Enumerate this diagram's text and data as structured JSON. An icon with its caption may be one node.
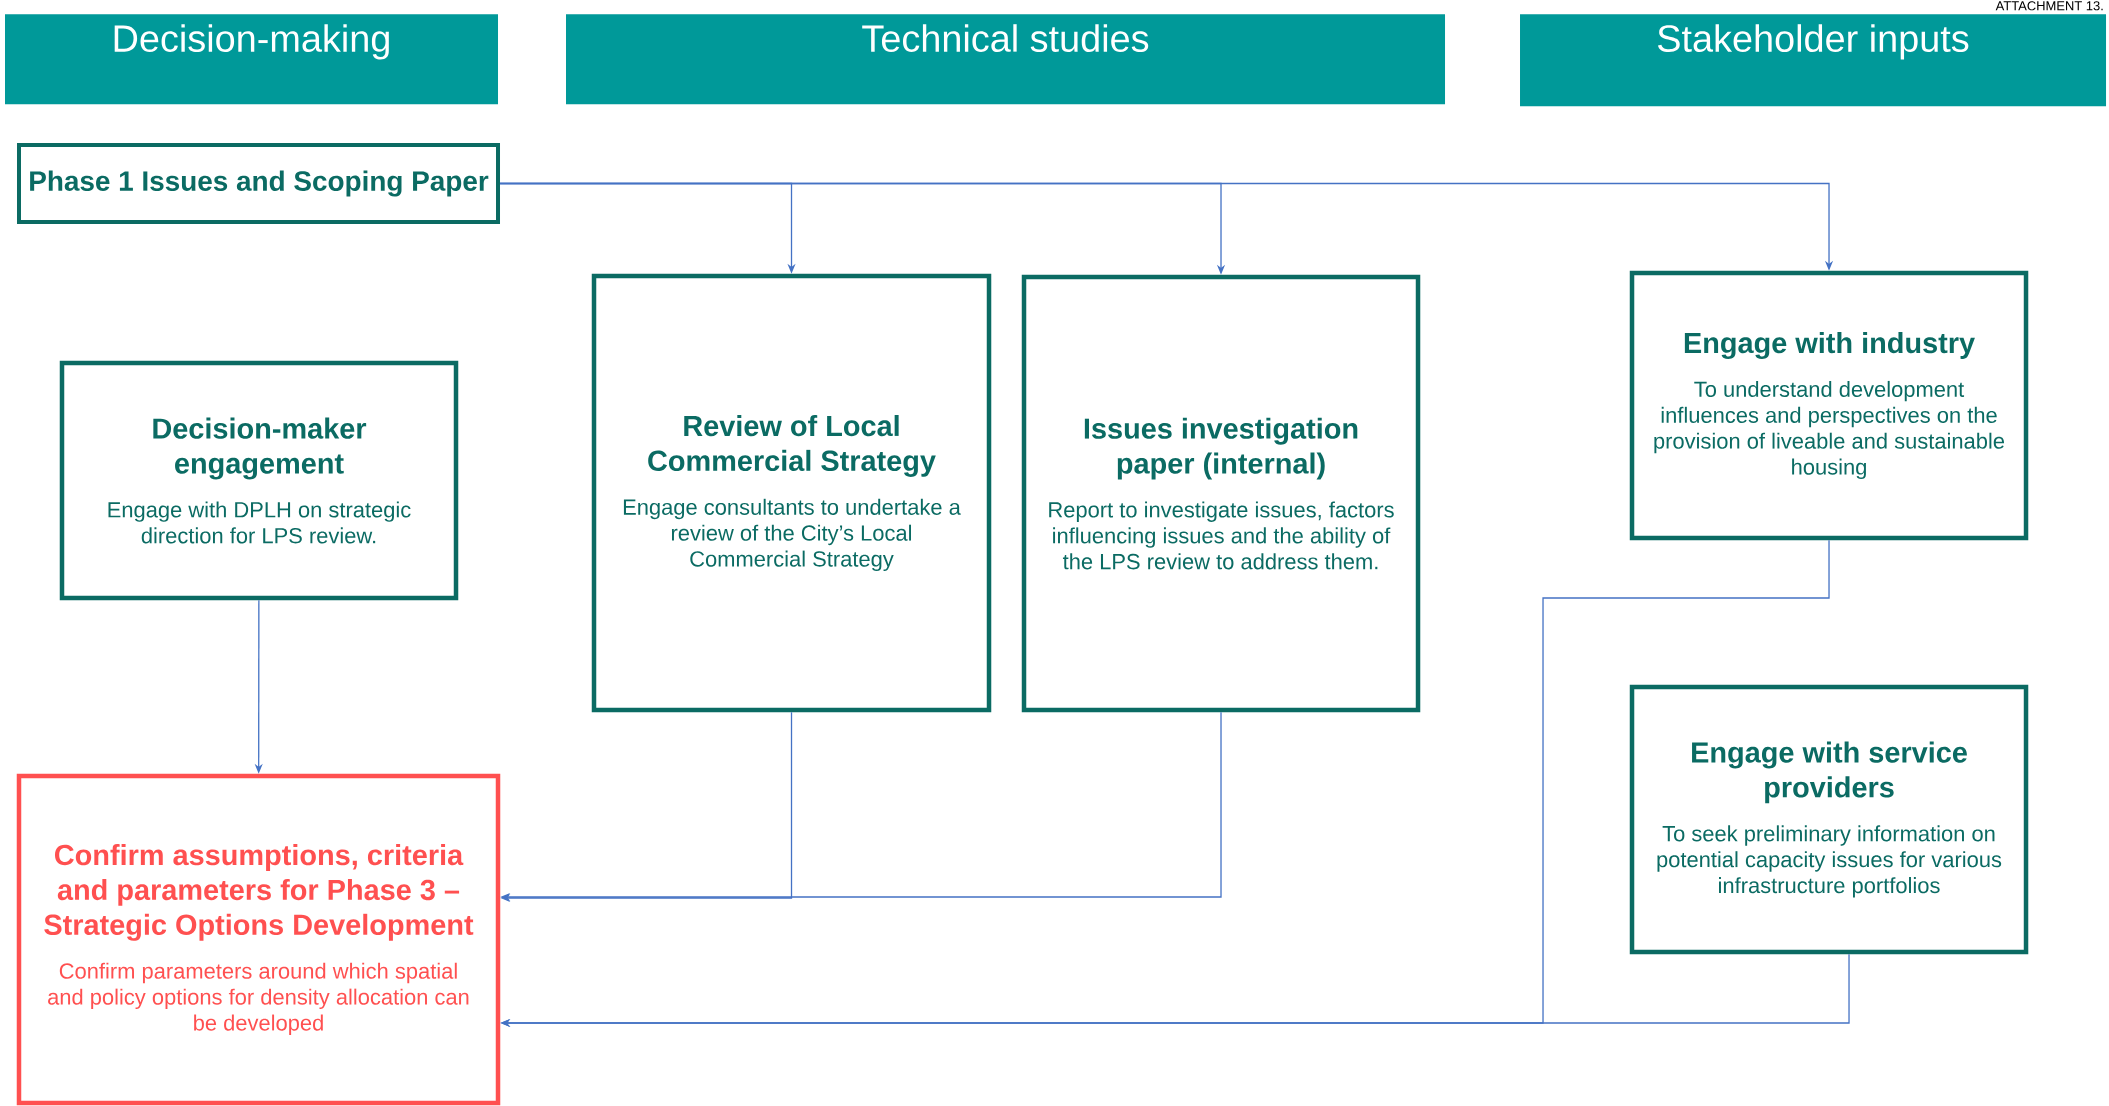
{
  "diagram": {
    "nodes": [
      {
        "text": [
          "Decision-making"
        ]
      },
      {
        "text": [
          "Technical studies"
        ]
      },
      {
        "text": [
          "Stakeholder inputs"
        ]
      },
      {
        "text": [
          "Phase 1 Issues and Scoping Paper"
        ]
      },
      {
        "text": [
          "Review of Local Commercial Strategy",
          "Engage consultants to undertake a review of the City’s Local Commercial Strategy"
        ]
      },
      {
        "text": [
          "Issues investigation paper (internal)",
          "Report to investigate issues, factors influencing issues and the ability of the LPS review to address them."
        ]
      },
      {
        "text": [
          "Engage with industry",
          "To understand development influences and perspectives on the provision of liveable and sustainable housing"
        ]
      },
      {
        "text": [
          "Decision-maker engagement",
          "Engage with DPLH on strategic direction for LPS review."
        ]
      },
      {
        "text": [
          "Confirm assumptions, criteria and parameters for Phase 3 – Strategic Options Development",
          "Confirm parameters around which spatial and policy options for density allocation can be developed"
        ]
      },
      {
        "text": [
          "Engage with service providers",
          "To seek preliminary information on potential capacity issues for various infrastructure portfolios"
        ]
      }
    ],
    "edges": [
      {
        "from": 3,
        "to": 4,
        "arrow": "to"
      },
      {
        "from": 3,
        "to": 5,
        "arrow": "to"
      },
      {
        "from": 3,
        "to": 6,
        "arrow": "to"
      },
      {
        "from": 7,
        "to": 8,
        "arrow": "to"
      },
      {
        "from": 4,
        "to": 8,
        "arrow": "to"
      },
      {
        "from": 5,
        "to": 8,
        "arrow": "to"
      },
      {
        "from": 6,
        "to": 8,
        "arrow": "to"
      },
      {
        "from": 9,
        "to": 8,
        "arrow": "to"
      }
    ],
    "labels": [
      "ATTACHMENT 13."
    ]
  }
}
